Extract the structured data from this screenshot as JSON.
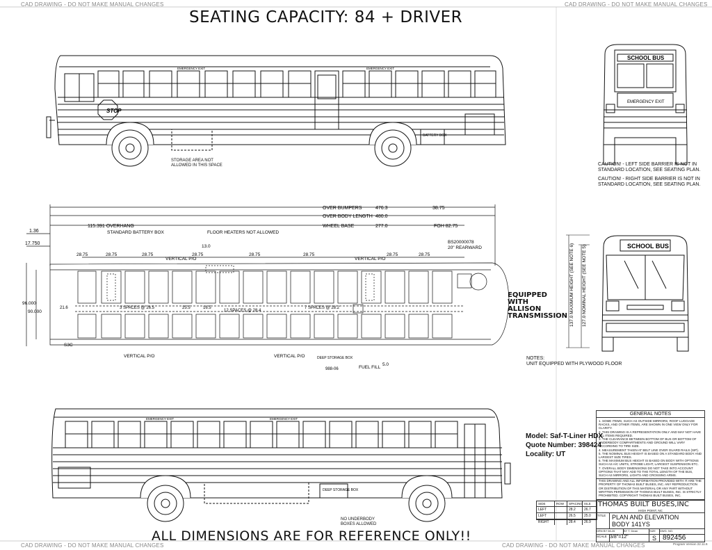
{
  "watermarks": {
    "top_left": "CAD DRAWING - DO NOT MAKE MANUAL CHANGES",
    "top_right": "CAD DRAWING - DO NOT MAKE MANUAL CHANGES",
    "bottom_left": "CAD DRAWING - DO NOT MAKE MANUAL CHANGES",
    "bottom_right": "CAD DRAWING - DO NOT MAKE MANUAL CHANGES"
  },
  "title": "SEATING CAPACITY: 84 + DRIVER",
  "bottom_title": "ALL DIMENSIONS ARE FOR REFERENCE ONLY!!",
  "side_view_top": {
    "emergency_exit_1": "EMERGENCY EXIT",
    "emergency_exit_2": "EMERGENCY EXIT",
    "stop": "STOP",
    "storage_note": "STORAGE AREA NOT ALLOWED IN THIS SPACE",
    "battery_box": "BATTERY BOX"
  },
  "rear_view": {
    "school_bus": "SCHOOL BUS",
    "emergency_exit": "EMERGENCY EXIT",
    "caution_left": "CAUTION! - LEFT SIDE BARRIER IS NOT IN STANDARD LOCATION, SEE SEATING PLAN.",
    "caution_right": "CAUTION! - RIGHT SIDE BARRIER IS NOT IN STANDARD LOCATION, SEE SEATING PLAN."
  },
  "front_view": {
    "school_bus": "SCHOOL BUS",
    "max_height": "137.0 MAXIMUM HEIGHT (SEE NOTE 6)",
    "nominal_height": "127.0 NOMINAL HEIGHT (SEE NOTE 5)"
  },
  "plan": {
    "over_bumpers_label": "OVER BUMPERS",
    "over_bumpers": "476.3",
    "over_body_label": "OVER BODY LENGTH",
    "over_body": "480.0",
    "wheel_base_label": "WHEEL BASE",
    "wheel_base": "277.0",
    "rear_dim": "38.75",
    "foh": "FOH 82.75",
    "overhang": "115.391 OVERHANG",
    "dim_136": "1.36",
    "dim_17750": "17.750",
    "std_battery": "STANDARD BATTERY BOX",
    "floor_heaters": "FLOOR HEATERS NOT ALLOWED",
    "vertical_po": "VERTICAL P/O",
    "rearward": "20\" REARWARD",
    "bs_code": "BS20000078",
    "pitch": "28.75",
    "pitch_130": "13.0",
    "spaces_left": "3 SPACES @ 26.5",
    "spaces_mid": "12 SPACES @ 28.4",
    "spaces_right": "7 SPACES @ 28.2",
    "d255": "25.5",
    "d216": "21.6",
    "d165": "16.5",
    "width_96": "96.000",
    "width_90": "90.000",
    "s3c": "S3C",
    "storage_box": "DEEP STORAGE BOX",
    "fuel_fill": "FUEL FILL",
    "d50": "5.0",
    "d988": "988-06",
    "equipped": "EQUIPPED WITH ALLISON TRANSMISSION",
    "notes": "NOTES:",
    "notes_text": "UNIT EQUIPPED WITH PLYWOOD FLOOR"
  },
  "side_view_bottom": {
    "emergency_exit_1": "EMERGENCY EXIT",
    "emergency_exit_2": "EMERGENCY EXIT",
    "deep_storage": "DEEP STORAGE BOX",
    "no_underbody": "NO UNDERBODY BOXES ALLOWED"
  },
  "model_info": {
    "model": "Model: Saf-T-Liner HDX",
    "quote": "Quote Number: 398424",
    "locality": "Locality: UT"
  },
  "general_notes": {
    "header": "GENERAL NOTES",
    "items": [
      "1. SOME ITEMS, SUCH AS OUTSIDE MIRRORS, ROOF LUGGAGE RACKS, AND OTHER ITEMS, ARE SHOWN IN ONE VIEW ONLY FOR CLARITY.",
      "2. THIS DRAWING IS A REPRESENTATION ONLY AND MAY NOT HAVE ALL ITEMS REQUIRED.",
      "3. THE CLEARANCE BETWEEN BOTTOM OF BUS OR BOTTOM OF UNDERBODY COMPARTMENTS AND GROUND WILL VARY ACCORDING TO TIRE SIZE.",
      "4. MEASUREMENT TAKEN AT BELT LINE OVER GUARD RAILS (SIP).",
      "5. THE NOMINAL BUS HEIGHT IS BASED ON A STANDARD BODY AND LARGEST SIZE TIRES.",
      "6. THE MAXIMUM BUS HEIGHT IS BASED ON BODY WITH OPTIONS SUCH AS A/C UNITS, STROBE LIGHT, LARGEST SUSPENSION ETC.",
      "7. OVERALL BODY DIMENSIONS DO NOT TAKE INTO ACCOUNT OPTIONS THAT MAY ADD TO THE TOTAL LENGTH OF THE BUS, SUCH AS MIRRORS, LIGHTS AND CROSSING ARMS."
    ],
    "property": "THIS DRAWING AND ALL INFORMATION PROVIDED WITH IT ARE THE PROPERTY OF THOMAS BUILT BUSES, INC. ANY REPRODUCTION OR DISTRIBUTION OF THIS MATERIAL OR ANY PART WITHOUT WRITTEN PERMISSION OF THOMAS BUILT BUSES, INC. IS STRICTLY PROHIBITED. COPYRIGHT THOMAS BUILT BUSES, INC."
  },
  "title_block": {
    "company": "THOMAS BUILT BUSES,INC",
    "location": "HIGH POINT, NC",
    "title_label": "TITLE",
    "drawing_title_1": "PLAN AND ELEVATION",
    "drawing_title_2": "BODY 141YS",
    "scale_label": "SCALE",
    "scale": "3/8\"=12\"",
    "size_label": "SIZE",
    "size": "S",
    "dwg_label": "DWG. NO.",
    "dwg_no": "892456",
    "drn": "DRN BY 08-26",
    "byt": "BY T. Dean",
    "program": "Program Version 22.11.6",
    "side_table": {
      "headers": [
        "SIDE",
        "ROW",
        "SPACING",
        "ISLE"
      ],
      "rows": [
        [
          "LEFT",
          "",
          "28.2",
          "26.7"
        ],
        [
          "LEFT",
          "",
          "26.5",
          "25.0"
        ],
        [
          "RIGHT",
          "",
          "28.4",
          "26.9"
        ]
      ]
    }
  }
}
